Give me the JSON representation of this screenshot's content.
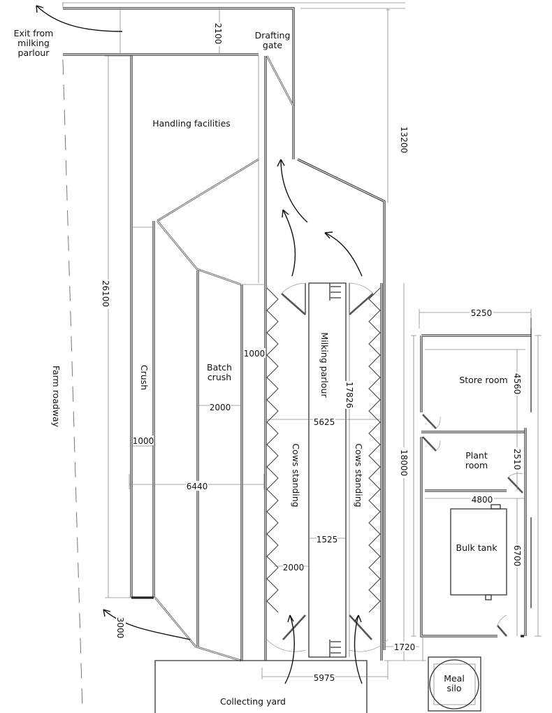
{
  "labels": {
    "exit_line1": "Exit from",
    "exit_line2": "milking",
    "exit_line3": "parlour",
    "drafting_line1": "Drafting",
    "drafting_line2": "gate",
    "handling": "Handling facilities",
    "crush": "Crush",
    "batch_line1": "Batch",
    "batch_line2": "crush",
    "milking_parlour": "Milking parlour",
    "cows_standing_left": "Cows standing",
    "cows_standing_right": "Cows standing",
    "farm_roadway": "Farm roadway",
    "collecting_yard": "Collecting yard",
    "store_room": "Store room",
    "plant_line1": "Plant",
    "plant_line2": "room",
    "bulk_tank": "Bulk tank",
    "meal_line1": "Meal",
    "meal_line2": "silo"
  },
  "dimensions": {
    "exit_lane_width": "2100",
    "right_top_height": "13200",
    "overall_length": "26100",
    "batch_gap": "1000",
    "crush_width": "1000",
    "batch_crush_width": "2000",
    "handling_width": "6440",
    "pit_length": "17826",
    "parlour_width": "5625",
    "building_length": "18000",
    "pit_width": "1525",
    "stall_depth": "2000",
    "bottom_gate_offset": "3000",
    "parlour_outer_width": "5975",
    "corridor_width": "1720",
    "dairy_width": "5250",
    "store_depth": "4560",
    "plant_depth": "2510",
    "tank_room_width": "4800",
    "tank_room_depth": "6700"
  },
  "colors": {
    "line": "#222222",
    "dimension_line": "#888888",
    "background": "#ffffff"
  }
}
